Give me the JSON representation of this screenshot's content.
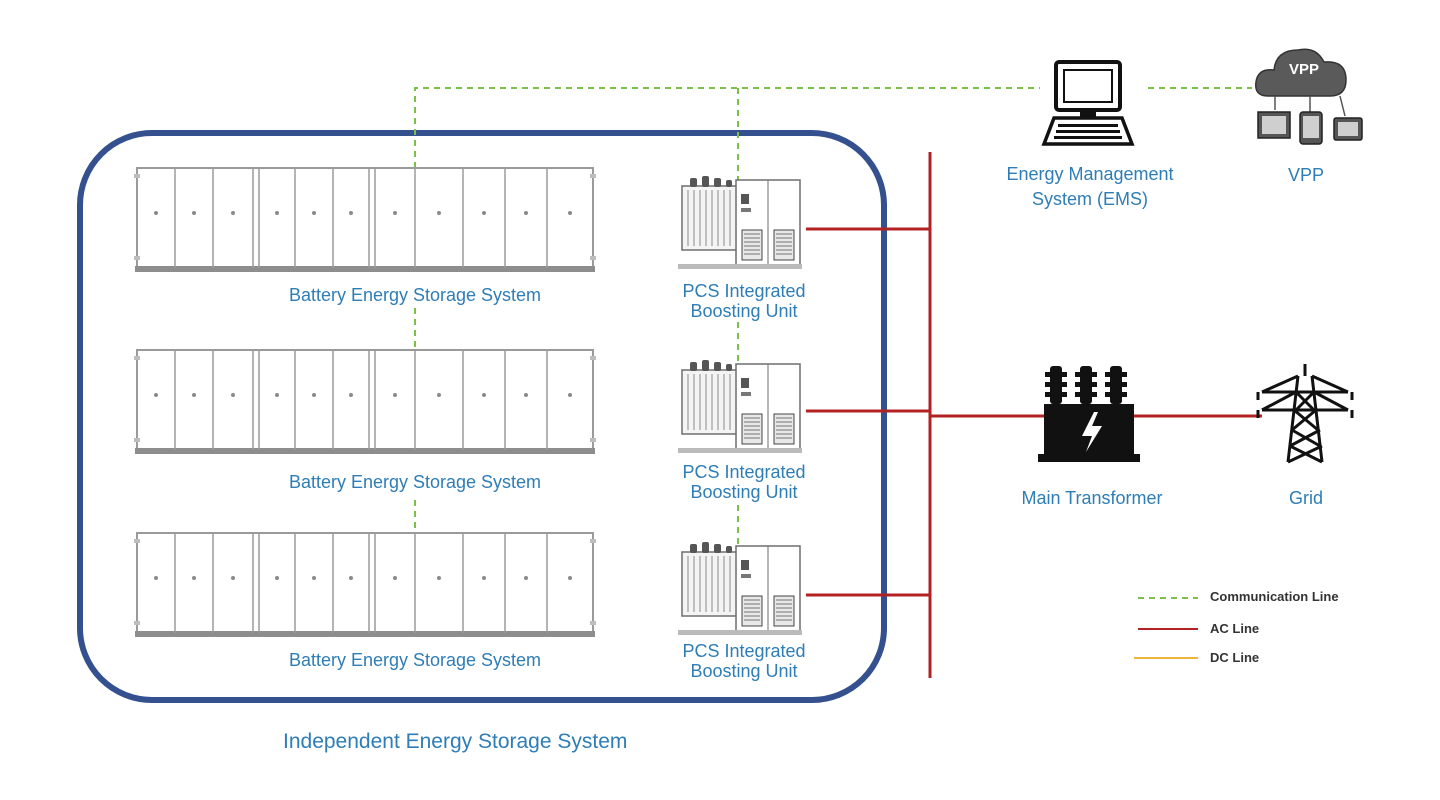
{
  "colors": {
    "communication": "#7cc04b",
    "ac": "#b22222",
    "dc": "#f0b43c",
    "boundary": "#34508f",
    "label": "#2e7db6"
  },
  "battery_label": "Battery Energy Storage System",
  "pcs_label_line1": "PCS Integrated",
  "pcs_label_line2": "Boosting Unit",
  "system_label": "Independent Energy Storage System",
  "ems": {
    "line1": "Energy Management",
    "line2": "System (EMS)",
    "icon": "computer-icon"
  },
  "vpp": {
    "label": "VPP",
    "cloud_text": "VPP",
    "icon": "cloud-devices-icon"
  },
  "transformer": {
    "label": "Main Transformer",
    "icon": "transformer-icon"
  },
  "grid": {
    "label": "Grid",
    "icon": "transmission-tower-icon"
  },
  "legend": {
    "communication": "Communication Line",
    "ac": "AC Line",
    "dc": "DC Line"
  }
}
